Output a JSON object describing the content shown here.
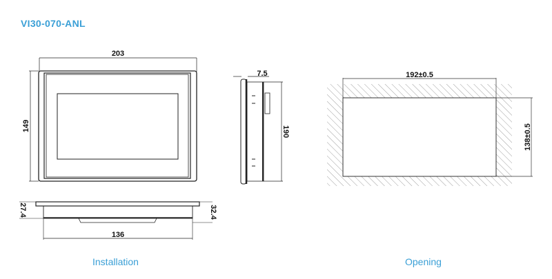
{
  "title": "VI30-070-ANL",
  "captions": {
    "installation": "Installation",
    "opening": "Opening"
  },
  "dimensions": {
    "front_width": "203",
    "front_height": "149",
    "side_depth_front": "7.5",
    "side_height": "190",
    "bottom_left": "27.4",
    "bottom_right": "32.4",
    "bottom_width": "136",
    "opening_width": "192±0.5",
    "opening_height": "138±0.5"
  },
  "colors": {
    "accent": "#3a9fd6",
    "line": "#222222"
  }
}
